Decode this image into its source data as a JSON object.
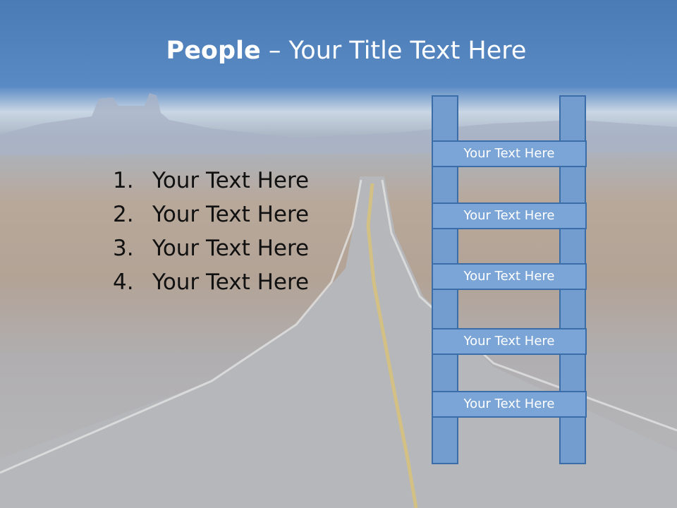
{
  "title": {
    "bold": "People",
    "separator": " – ",
    "rest": "Your Title Text Here"
  },
  "list": [
    {
      "num": "1.",
      "text": "Your Text Here"
    },
    {
      "num": "2.",
      "text": "Your Text Here"
    },
    {
      "num": "3.",
      "text": "Your Text Here"
    },
    {
      "num": "4.",
      "text": "Your Text Here"
    }
  ],
  "ladder": {
    "rungs": [
      "Your Text Here",
      "Your Text Here",
      "Your Text Here",
      "Your Text Here",
      "Your Text Here"
    ],
    "fill_color": "#7ba5d6",
    "border_color": "#3b6ea8"
  },
  "background": {
    "top_band_color": "#4a7bb5"
  }
}
